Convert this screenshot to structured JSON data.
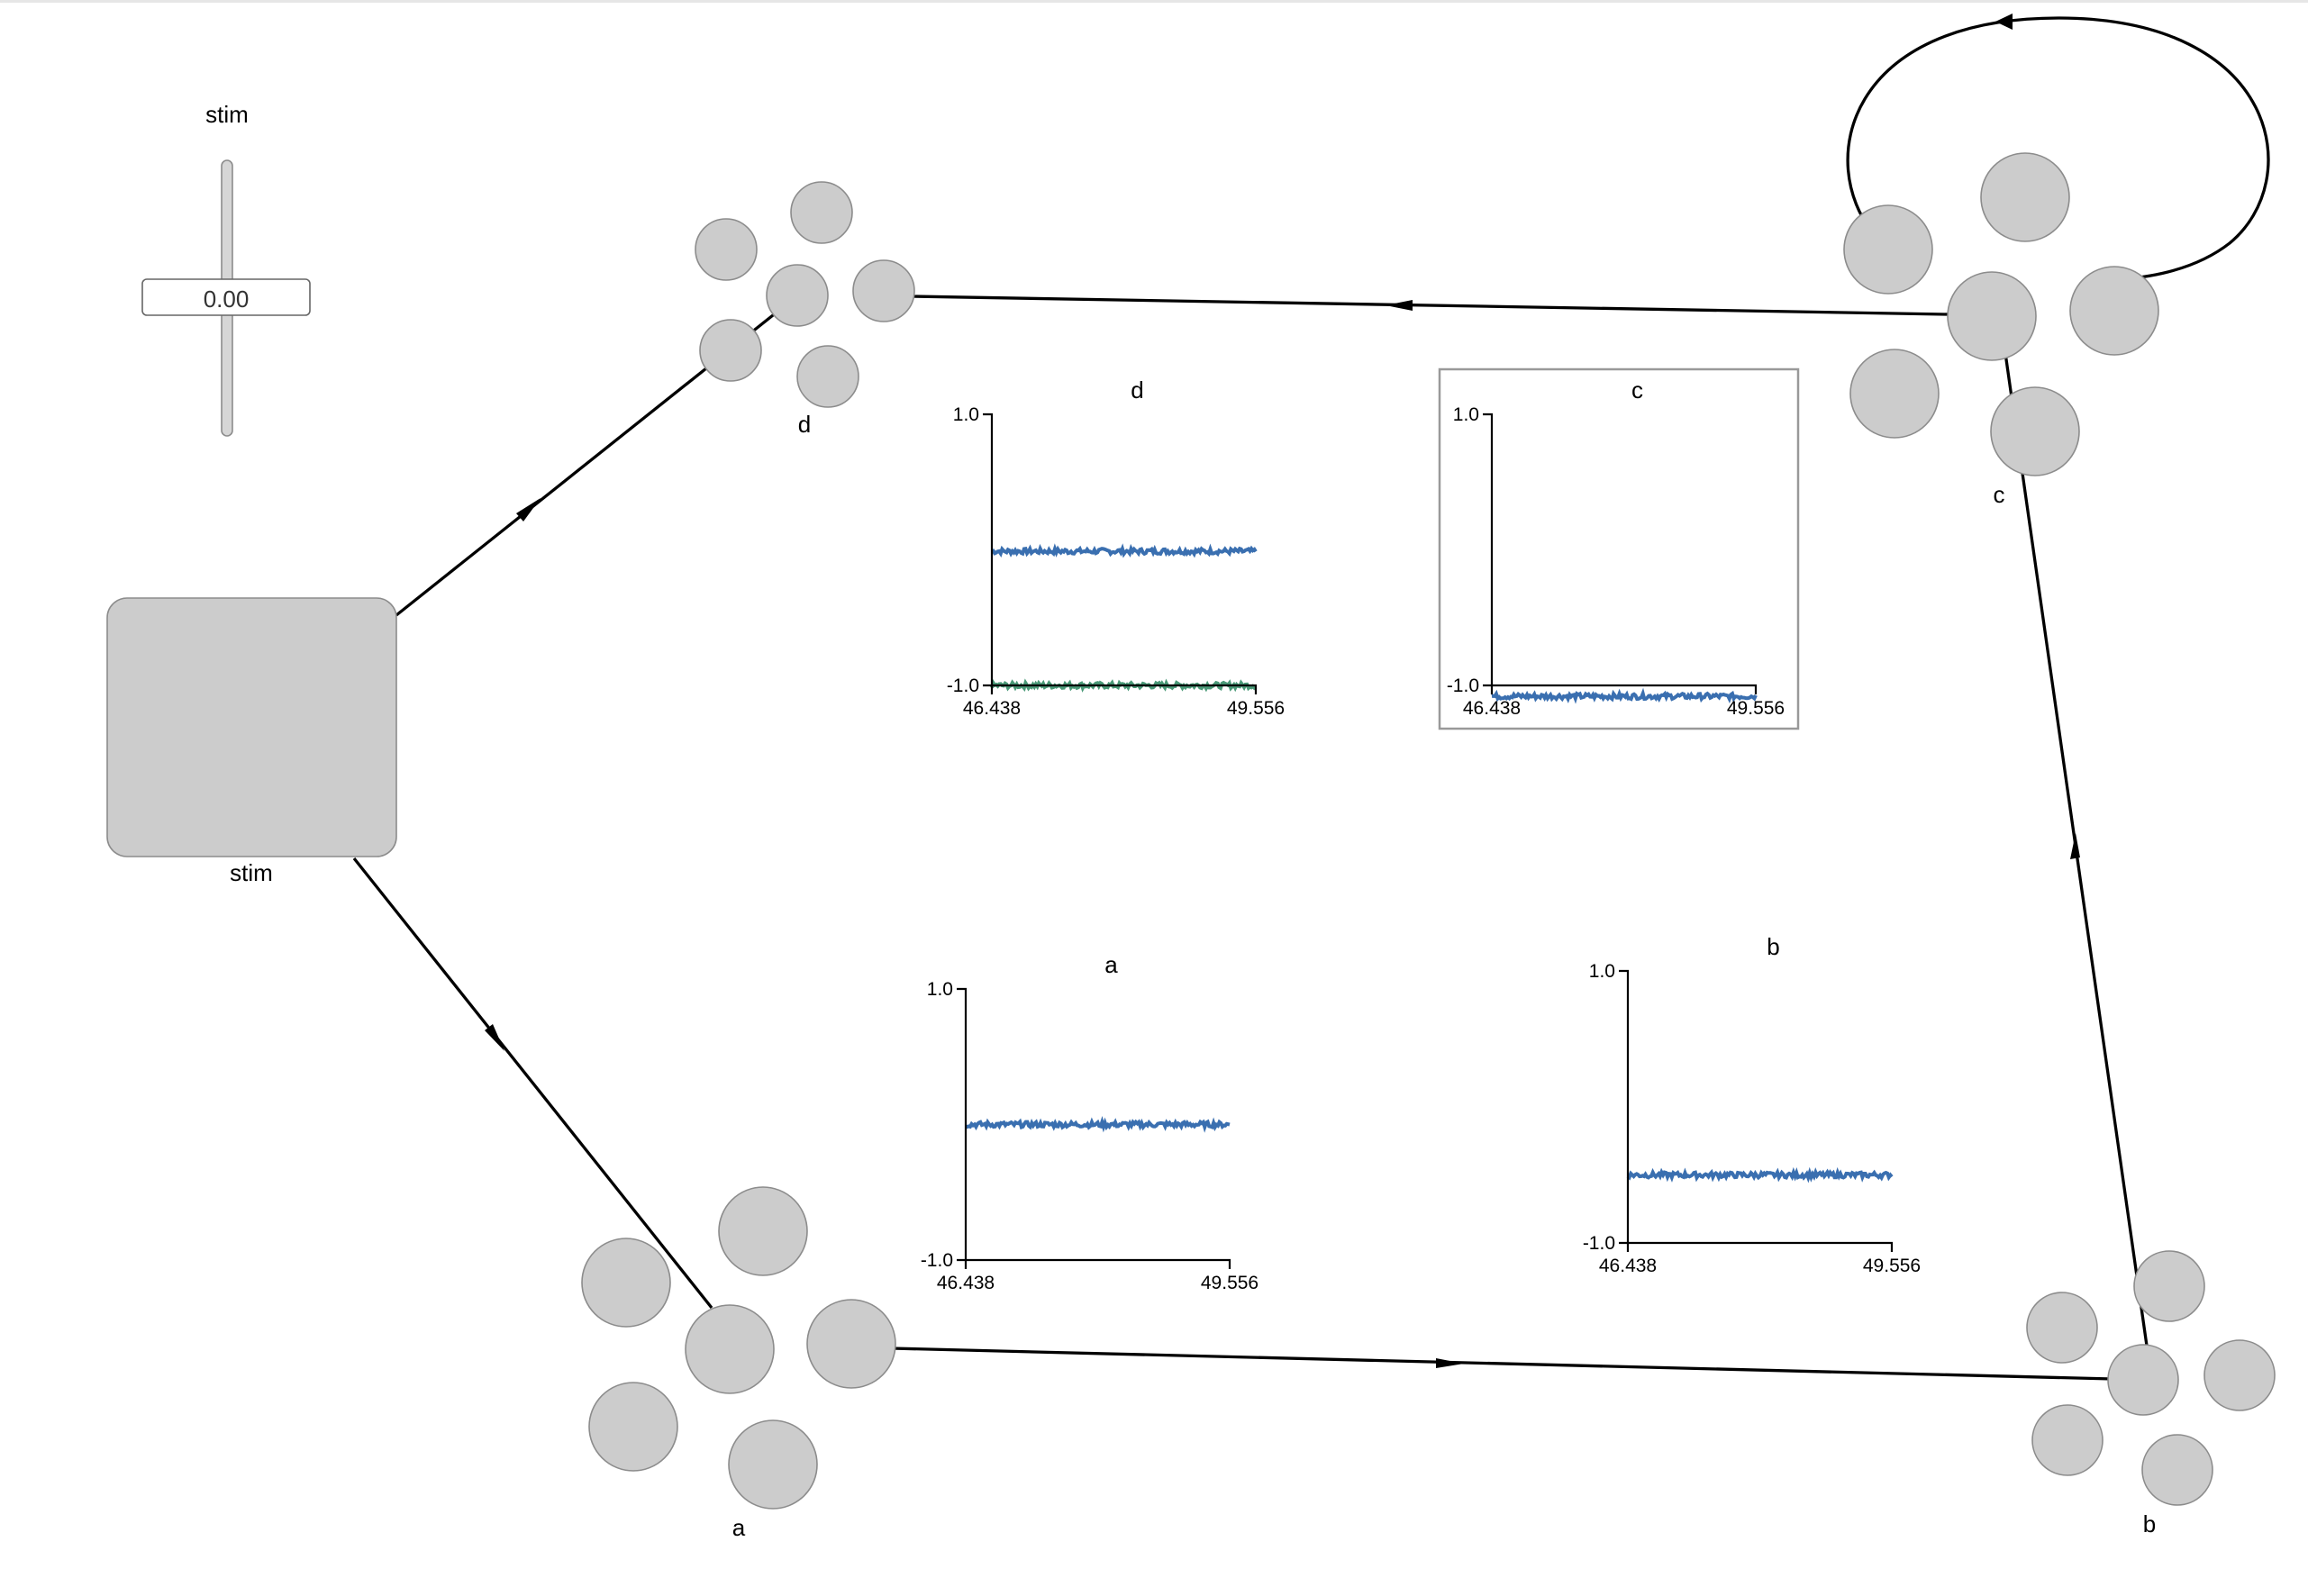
{
  "colors": {
    "node_fill": "#cccccc",
    "node_stroke": "#8c8c8c",
    "series_blue": "#3a6fb0",
    "series_green": "#4a9a78",
    "selected_border": "#999999"
  },
  "slider": {
    "label": "stim",
    "value": "0.00"
  },
  "nodes": {
    "stim": {
      "label": "stim"
    },
    "a": {
      "label": "a"
    },
    "b": {
      "label": "b"
    },
    "c": {
      "label": "c"
    },
    "d": {
      "label": "d"
    }
  },
  "chart_data": [
    {
      "type": "line",
      "title": "d",
      "xlim": [
        46.438,
        49.556
      ],
      "ylim": [
        -1.0,
        1.0
      ],
      "x_tick_labels": [
        "46.438",
        "49.556"
      ],
      "y_tick_labels": [
        "1.0",
        "-1.0"
      ],
      "series": [
        {
          "values_mean": -0.01,
          "noise": 0.02,
          "color": "#3a6fb0"
        },
        {
          "values_mean": -1.0,
          "noise": 0.02,
          "color": "#4a9a78"
        }
      ]
    },
    {
      "type": "line",
      "title": "c",
      "selected": true,
      "xlim": [
        46.438,
        49.556
      ],
      "ylim": [
        -1.0,
        1.0
      ],
      "x_tick_labels": [
        "46.438",
        "49.556"
      ],
      "y_tick_labels": [
        "1.0",
        "-1.0"
      ],
      "series": [
        {
          "values_mean": -1.08,
          "noise": 0.02,
          "color": "#3a6fb0"
        }
      ]
    },
    {
      "type": "line",
      "title": "a",
      "xlim": [
        46.438,
        49.556
      ],
      "ylim": [
        -1.0,
        1.0
      ],
      "x_tick_labels": [
        "46.438",
        "49.556"
      ],
      "y_tick_labels": [
        "1.0",
        "-1.0"
      ],
      "series": [
        {
          "values_mean": 0.0,
          "noise": 0.02,
          "color": "#3a6fb0"
        }
      ]
    },
    {
      "type": "line",
      "title": "b",
      "xlim": [
        46.438,
        49.556
      ],
      "ylim": [
        -1.0,
        1.0
      ],
      "x_tick_labels": [
        "46.438",
        "49.556"
      ],
      "y_tick_labels": [
        "1.0",
        "-1.0"
      ],
      "series": [
        {
          "values_mean": -0.5,
          "noise": 0.02,
          "color": "#3a6fb0"
        }
      ]
    }
  ]
}
